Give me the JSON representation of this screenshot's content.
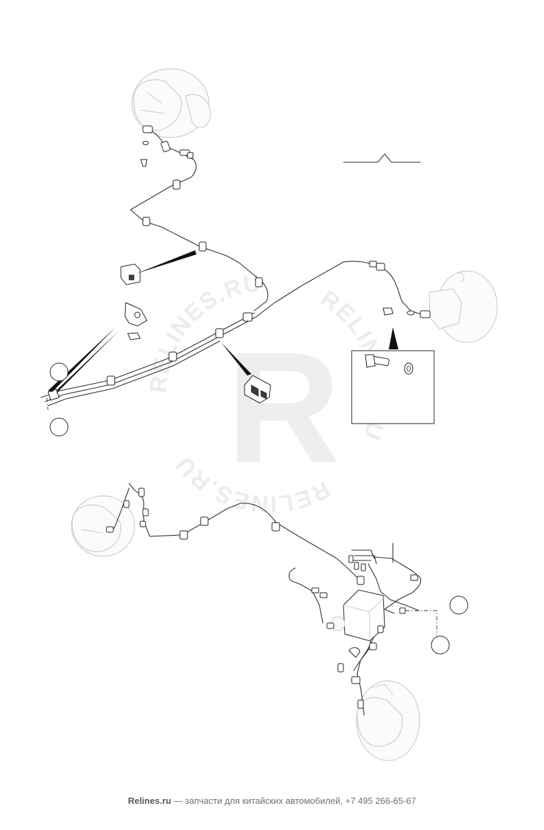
{
  "watermark": {
    "text": "RELINES.RU",
    "letter": "R",
    "color": "#eeeeee"
  },
  "footer": {
    "brand": "Relines.ru",
    "text": " — запчасти для китайских автомобилей, +7 495 266-65-67",
    "color": "#6f6f6f"
  },
  "callouts": {
    "count": 4,
    "labels": [
      "",
      "",
      "",
      ""
    ]
  },
  "inset": {
    "content": [
      "bolt",
      "washer"
    ]
  }
}
